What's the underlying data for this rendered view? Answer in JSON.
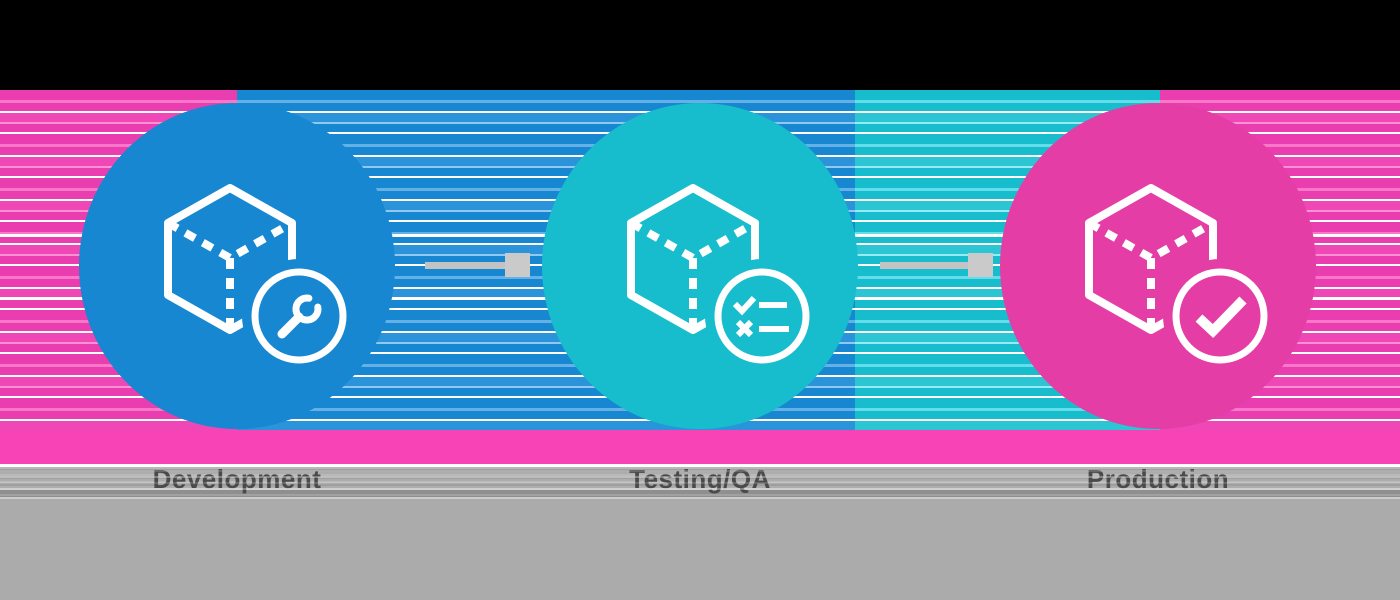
{
  "diagram": {
    "flow_direction": "left-to-right",
    "stages": [
      {
        "label": "Development",
        "color": "#1787d2",
        "icon": "cube-icon",
        "badge_icon": "wrench-icon"
      },
      {
        "label": "Testing/QA",
        "color": "#17bdcd",
        "icon": "cube-icon",
        "badge_icon": "checklist-icon"
      },
      {
        "label": "Production",
        "color": "#e43ea6",
        "icon": "cube-icon",
        "badge_icon": "check-icon"
      }
    ],
    "connector": {
      "style": "line-with-square-head",
      "line_color": "#c3c3c3",
      "head_color": "#cacaca"
    },
    "label_text_color": "#4a4a4a",
    "artifact_bands": {
      "top_black": "#000000",
      "stripe_magenta": "#ea3db0",
      "stripe_blue": "#1787d2",
      "stripe_cyan": "#17bdcd",
      "bottom_pink_band": "#f843b7",
      "label_band_gray": "#a8a8a8",
      "footer_gray": "#ababab"
    }
  }
}
